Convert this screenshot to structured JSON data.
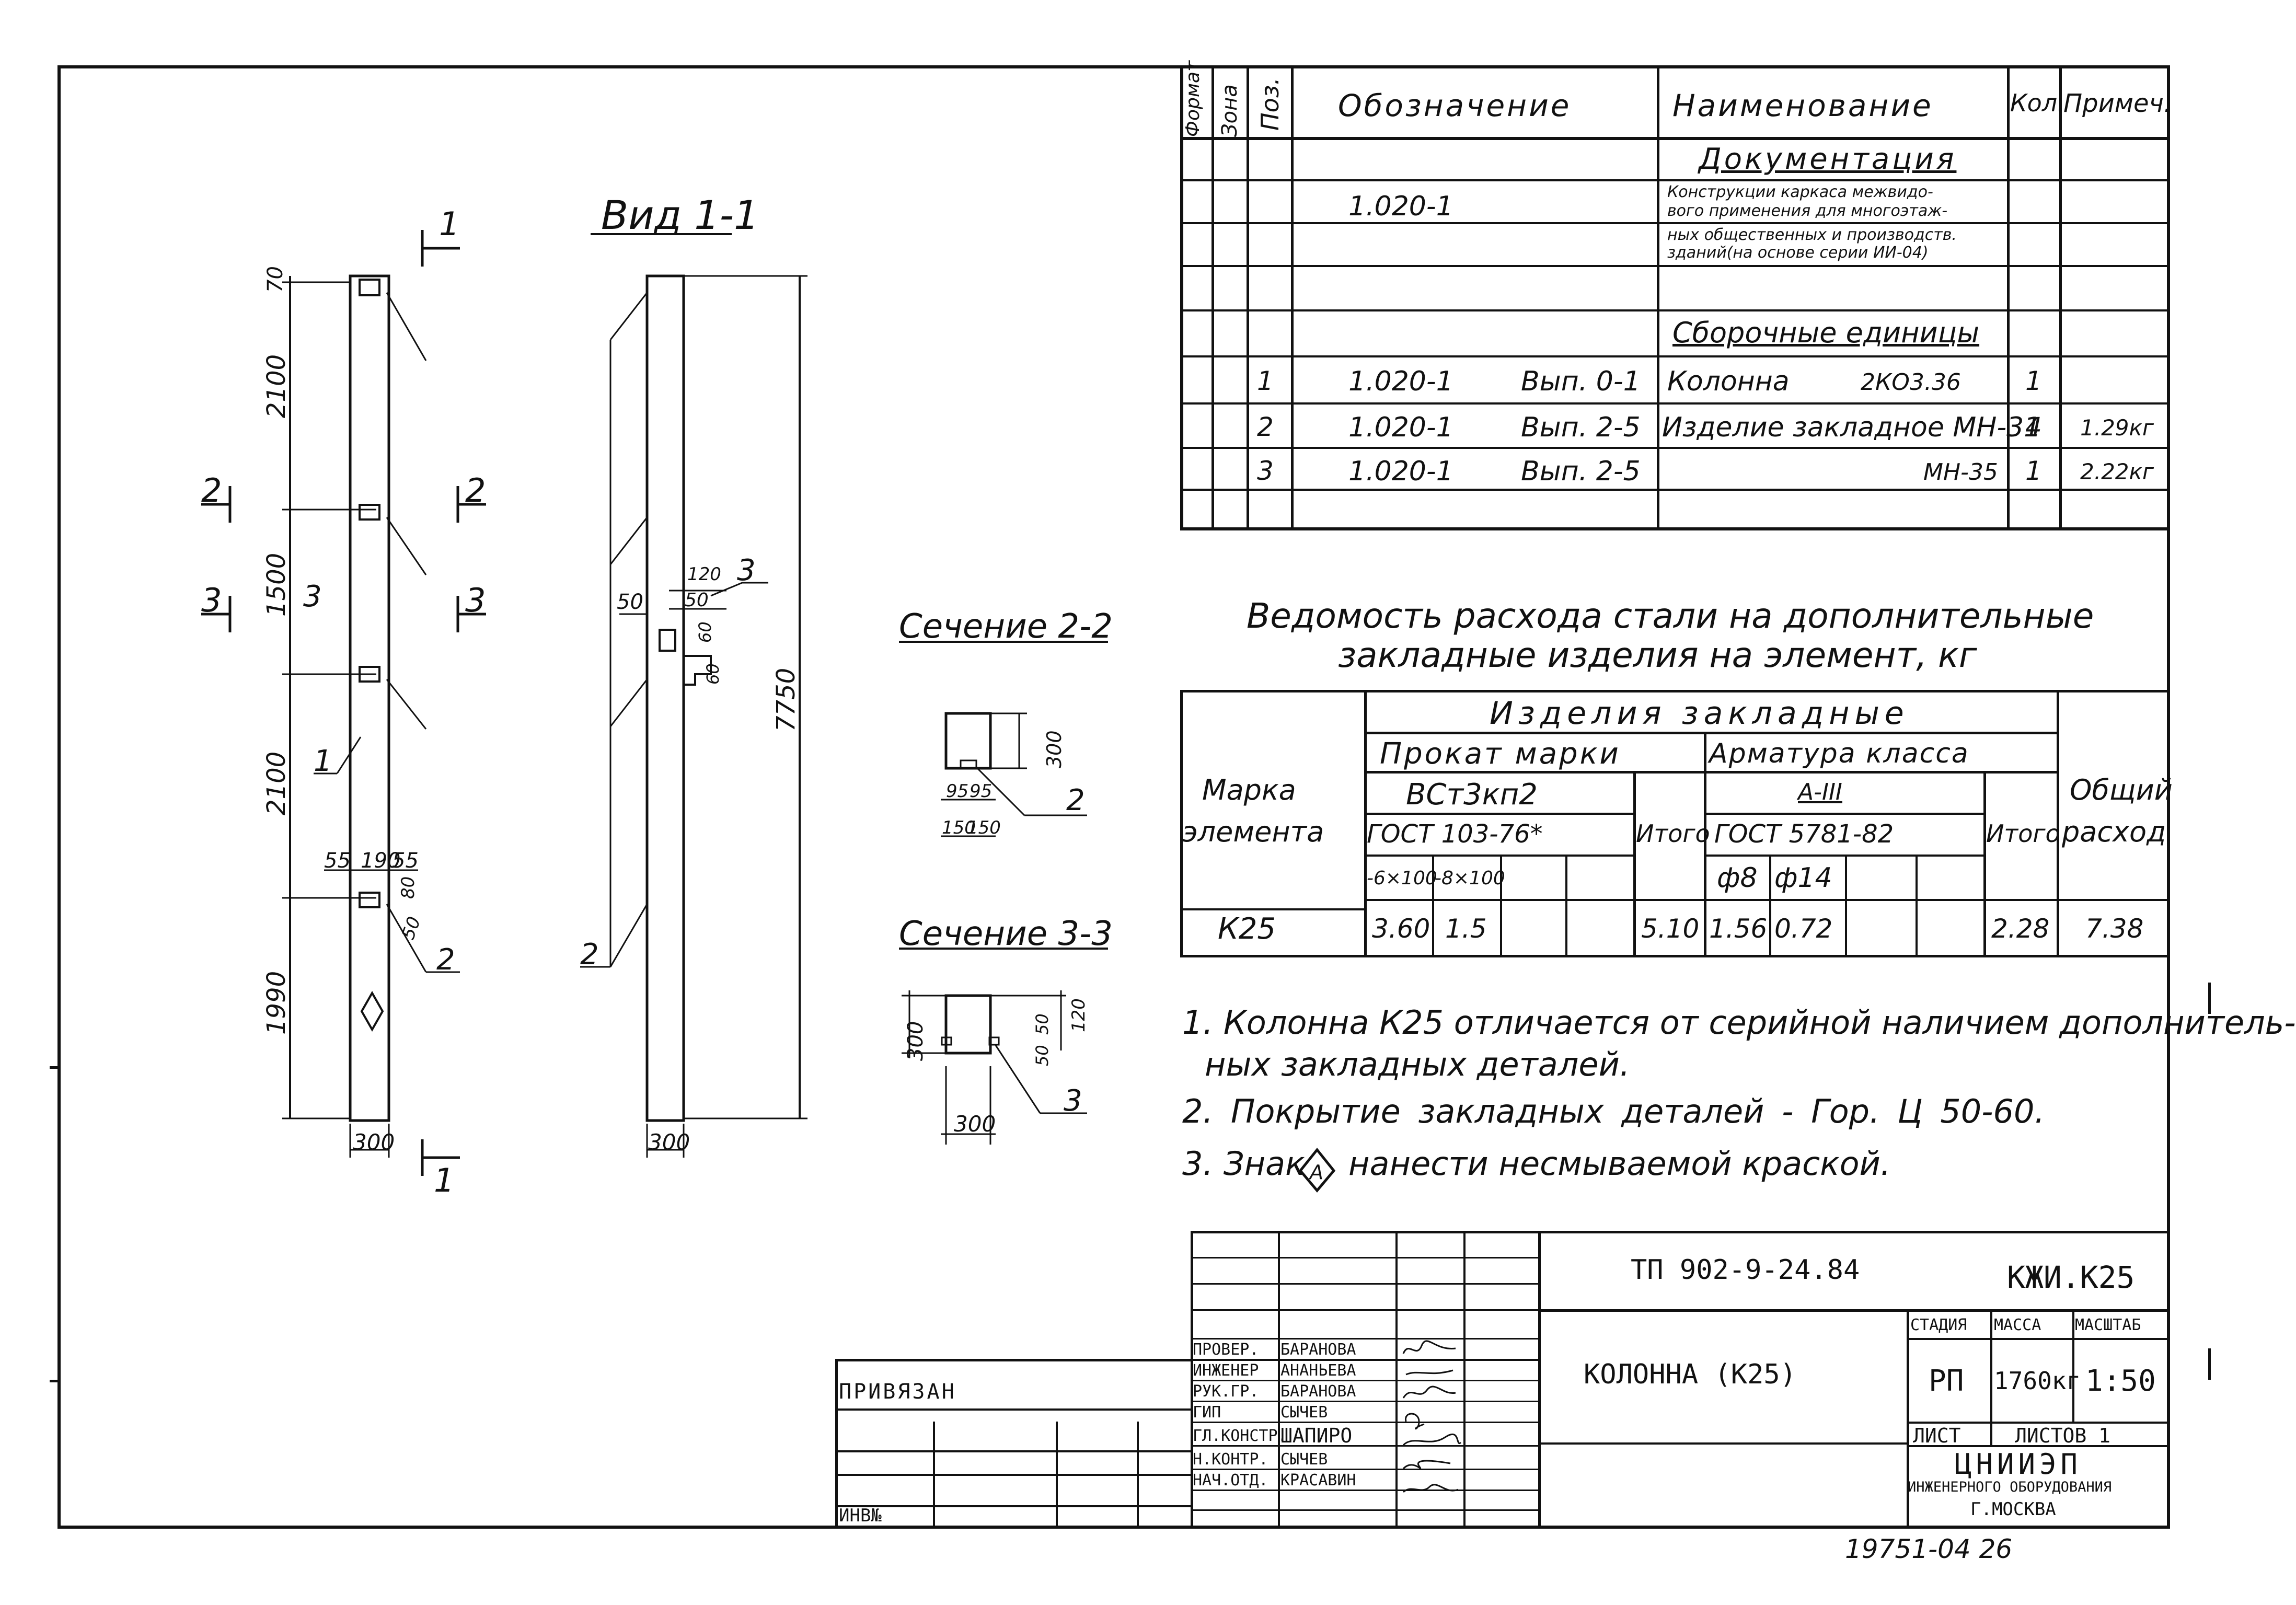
{
  "spec": {
    "headers": {
      "format": "Формат",
      "zone": "Зона",
      "pos": "Поз.",
      "designation": "Обозначение",
      "name": "Наименование",
      "qty": "Кол.",
      "note": "Примеч."
    },
    "section_documentation": "Документация",
    "doc_row": {
      "designation": "1.020-1",
      "name_lines": [
        "Конструкции каркаса межвидо-",
        "вого применения для многоэтаж-",
        "ных общественных и производств.",
        "зданий(на основе серии ИИ-04)"
      ]
    },
    "section_assemblies": "Сборочные единицы",
    "rows": [
      {
        "pos": "1",
        "designation": "1.020-1",
        "issue": "Вып. 0-1",
        "name": "Колонна",
        "mark": "2КО3.36",
        "qty": "1",
        "note": ""
      },
      {
        "pos": "2",
        "designation": "1.020-1",
        "issue": "Вып. 2-5",
        "name": "Изделие закладное МН-31",
        "mark": "",
        "qty": "4",
        "note": "1.29кг"
      },
      {
        "pos": "3",
        "designation": "1.020-1",
        "issue": "Вып. 2-5",
        "name": "",
        "mark": "МН-35",
        "qty": "1",
        "note": "2.22кг"
      }
    ]
  },
  "steel": {
    "title_line1": "Ведомость расхода стали на дополнительные",
    "title_line2": "закладные изделия на элемент, кг",
    "mark_header": "Марка элемента",
    "products_header": "Изделия закладные",
    "rolled_header": "Прокат марки",
    "rolled_grade": "ВСт3кп2",
    "rolled_gost": "ГОСТ 103-76*",
    "rebar_header": "Арматура класса",
    "rebar_class": "А-III",
    "rebar_gost": "ГОСТ 5781-82",
    "total_header": "Итого",
    "overall_header": "Общий расход",
    "rolled_sizes": [
      "-6×100",
      "-8×100"
    ],
    "rebar_sizes": [
      "ф8",
      "ф14"
    ],
    "row": {
      "mark": "К25",
      "rolled_values": [
        "3.60",
        "1.5"
      ],
      "rolled_total": "5.10",
      "rebar_values": [
        "1.56",
        "0.72"
      ],
      "rebar_total": "2.28",
      "overall": "7.38"
    }
  },
  "notes": [
    "1. Колонна К25 отличается от серийной наличием дополнитель-",
    "ных закладных деталей.",
    "2. Покрытие закладных деталей - Гор. Ц 50-60.",
    "3. Знак",
    "нанести несмываемой краской."
  ],
  "views": {
    "view_title": "Вид 1-1",
    "section22": "Сечение 2-2",
    "section33": "Сечение 3-3",
    "cut_marks": [
      "1",
      "2",
      "3"
    ],
    "elev_dims": [
      "70",
      "2100",
      "1500",
      "2100",
      "1990"
    ],
    "total_height": "7750",
    "width_300": "300",
    "dim_55_190_55": [
      "55",
      "190",
      "55"
    ],
    "dim_80": "80",
    "dim_50": "50",
    "side_dims": [
      "120",
      "50",
      "60",
      "60",
      "50"
    ],
    "callouts": [
      "1",
      "2",
      "3"
    ],
    "s22_dims": [
      "95",
      "95",
      "150",
      "150",
      "300"
    ],
    "s33_dims": [
      "300",
      "300",
      "120",
      "50",
      "50"
    ],
    "marker_letter": "А"
  },
  "title_block": {
    "project_code": "ТП 902-9-24.84",
    "sheet_code": "КЖИ.К25",
    "drawing_name": "Колонна (К25)",
    "stage_header": "Стадия",
    "mass_header": "Масса",
    "scale_header": "Масштаб",
    "stage": "РП",
    "mass": "1760кг",
    "scale": "1:50",
    "sheet_label": "Лист",
    "sheets_label": "Листов 1",
    "org_line1": "ЦНИИЭП",
    "org_line2": "инженерного оборудования",
    "org_line3": "г.Москва",
    "bound_label": "Привязан",
    "inv_label": "Инв№",
    "signatures": [
      {
        "role": "Провер.",
        "name": "Баранова"
      },
      {
        "role": "Инженер",
        "name": "Ананьева"
      },
      {
        "role": "Рук.гр.",
        "name": "Баранова"
      },
      {
        "role": "ГИП",
        "name": "Сычев"
      },
      {
        "role": "Гл.констр.",
        "name": "Шапиро"
      },
      {
        "role": "Н.контр.",
        "name": "Сычев"
      },
      {
        "role": "Нач.отд.",
        "name": "Красавин"
      }
    ],
    "archive_number": "19751-04 26"
  }
}
